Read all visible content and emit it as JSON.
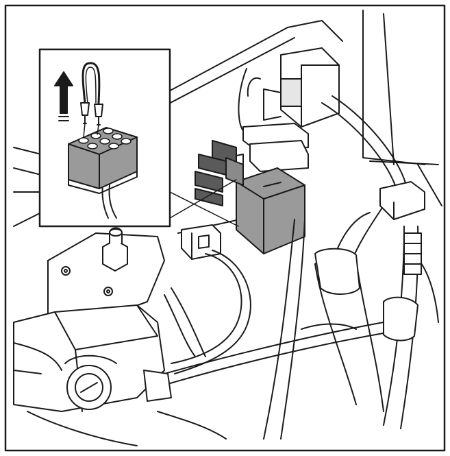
{
  "figure": {
    "kind": "technical-line-illustration",
    "palette": {
      "line": "#1a1a1a",
      "connector_fill": "#9a9a9a",
      "relay_fill": "#5a5a5a",
      "shade_fill": "#c8c8c8",
      "background": "#ffffff"
    },
    "inset": {
      "subject": "jumper-wire-connector",
      "arrow_direction": "up"
    },
    "icons": [
      "arrow-up-icon"
    ]
  }
}
